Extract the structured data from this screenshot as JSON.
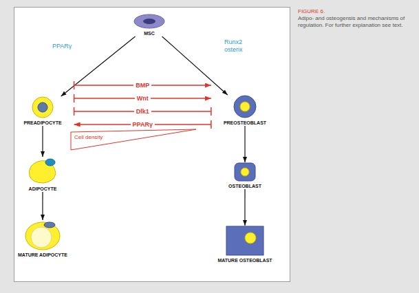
{
  "diagram": {
    "title": "FIGURE 6.",
    "caption": "Adipo- and osteogensis and mechanisms of regulation. For further explanation see text.",
    "nodes": [
      {
        "text": [
          "MSC"
        ]
      },
      {
        "text": [
          "PREADIPOCYTE"
        ]
      },
      {
        "text": [
          "PREOSTEOBLAST"
        ]
      },
      {
        "text": [
          "ADIPOCYTE"
        ]
      },
      {
        "text": [
          "OSTEOBLAST"
        ]
      },
      {
        "text": [
          "MATURE ADIPOCYTE"
        ]
      },
      {
        "text": [
          "MATURE OSTEOBLAST"
        ]
      }
    ],
    "edges": [
      {
        "from": 0,
        "to": 1,
        "label": "PPARγ",
        "arrow": "to"
      },
      {
        "from": 0,
        "to": 2,
        "label": "Runx2 osterix",
        "arrow": "to"
      },
      {
        "from": 1,
        "to": 2,
        "label": "BMP",
        "arrow": "to"
      },
      {
        "from": 1,
        "to": 2,
        "label": "Wnt",
        "arrow": "to"
      },
      {
        "from": 1,
        "to": 2,
        "label": "Dlk1",
        "arrow": "none"
      },
      {
        "from": 2,
        "to": 1,
        "label": "PPARγ",
        "arrow": "to"
      },
      {
        "from": 1,
        "to": 3,
        "arrow": "to"
      },
      {
        "from": 3,
        "to": 5,
        "arrow": "to"
      },
      {
        "from": 2,
        "to": 4,
        "arrow": "to"
      },
      {
        "from": 4,
        "to": 6,
        "arrow": "to"
      }
    ],
    "labels": [
      "Cell density"
    ]
  }
}
